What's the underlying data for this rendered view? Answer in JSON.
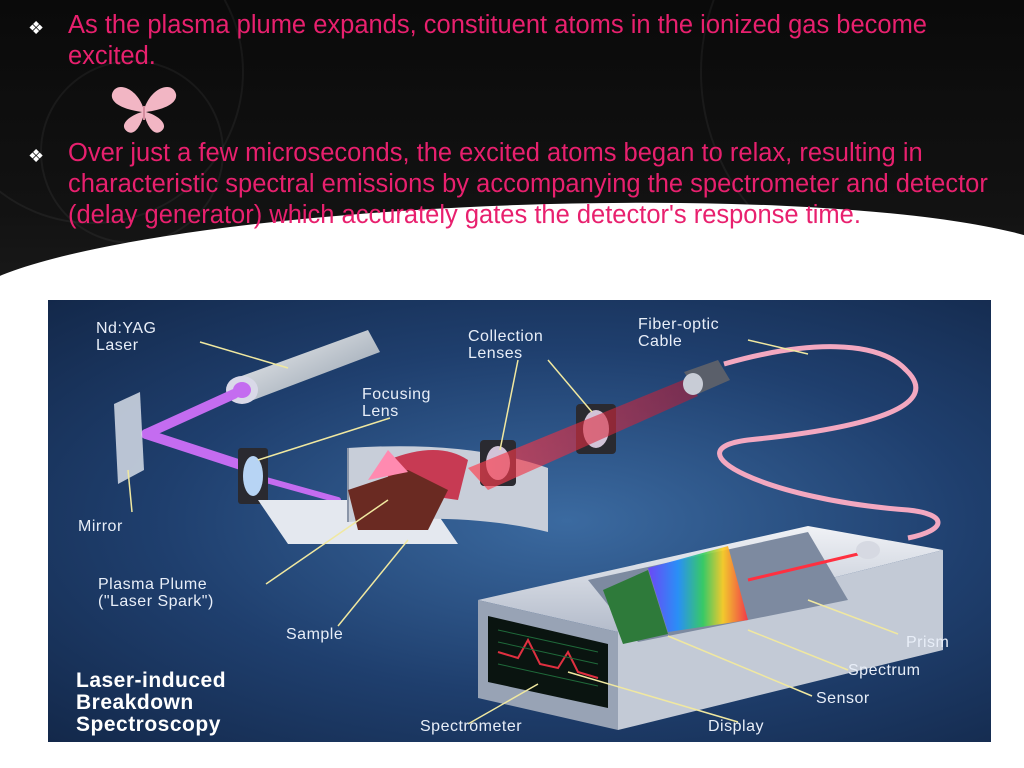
{
  "bullets": [
    {
      "mark": "❖",
      "text": "As the plasma plume expands, constituent atoms in the ionized gas become excited."
    },
    {
      "mark": "❖",
      "text": "Over just a few microseconds, the excited atoms began to relax, resulting in characteristic spectral emissions by accompanying the spectrometer and detector (delay generator) which accurately gates the detector's response time."
    }
  ],
  "figure": {
    "labels": {
      "laser": "Nd:YAG\nLaser",
      "collection": "Collection\nLenses",
      "fiber": "Fiber-optic\nCable",
      "focusing": "Focusing\nLens",
      "mirror": "Mirror",
      "plume": "Plasma Plume\n(\"Laser Spark\")",
      "sample": "Sample",
      "prism": "Prism",
      "spectrum": "Spectrum",
      "sensor": "Sensor",
      "spectrometer": "Spectrometer",
      "display": "Display",
      "title": "Laser-induced\nBreakdown\nSpectroscopy"
    }
  },
  "colors": {
    "text": "#e8206e",
    "header_band": "#0a0a0a",
    "figure_bg": "#1f3f6e",
    "laser_beam": "#c46cf0",
    "emission_beam": "#e0303a"
  }
}
